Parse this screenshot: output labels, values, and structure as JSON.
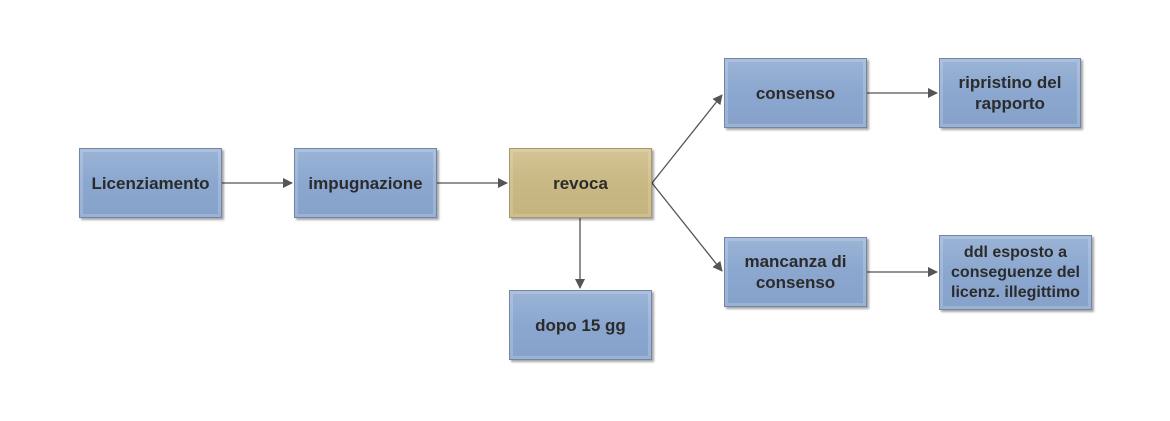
{
  "diagram": {
    "colors": {
      "box_blue": "#8ba7cf",
      "box_tan": "#c9b883",
      "arrow": "#555555"
    },
    "nodes": {
      "licenziamento": {
        "label": "Licenziamento"
      },
      "impugnazione": {
        "label": "impugnazione"
      },
      "revoca": {
        "label": "revoca"
      },
      "dopo15": {
        "label": "dopo 15 gg"
      },
      "consenso": {
        "label": "consenso"
      },
      "mancanza": {
        "label_line1": "mancanza di",
        "label_line2": "consenso"
      },
      "ripristino": {
        "label_line1": "ripristino del",
        "label_line2": "rapporto"
      },
      "ddl": {
        "label_line1": "ddl esposto a",
        "label_line2": "conseguenze del",
        "label_line3": "licenz. illegittimo"
      }
    },
    "edges": [
      {
        "from": "licenziamento",
        "to": "impugnazione"
      },
      {
        "from": "impugnazione",
        "to": "revoca"
      },
      {
        "from": "revoca",
        "to": "dopo15"
      },
      {
        "from": "revoca",
        "to": "consenso"
      },
      {
        "from": "revoca",
        "to": "mancanza"
      },
      {
        "from": "consenso",
        "to": "ripristino"
      },
      {
        "from": "mancanza",
        "to": "ddl"
      }
    ]
  }
}
